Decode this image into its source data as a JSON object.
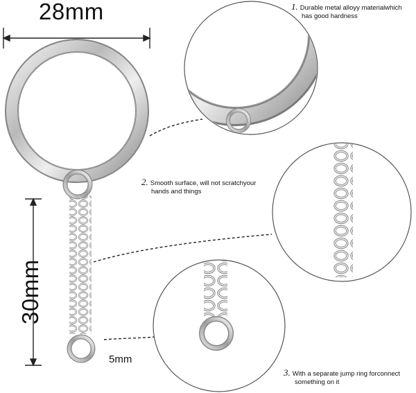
{
  "dimensions": {
    "ring_diameter": "28mm",
    "chain_length": "30mm",
    "jump_ring": "5mm"
  },
  "features": [
    {
      "number": "1.",
      "line1": "Durable metal alloyy materialwhich",
      "line2": "has good hardness"
    },
    {
      "number": "2.",
      "line1": "Smooth surface, will not scratchyour",
      "line2": "hands and things"
    },
    {
      "number": "3.",
      "line1": "With a separate jump ring forconnect",
      "line2": "something on it"
    }
  ]
}
